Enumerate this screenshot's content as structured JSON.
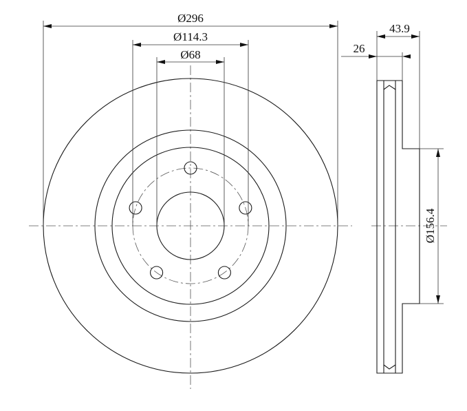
{
  "dimensions": {
    "outer_diameter": "Ø296",
    "bolt_circle": "Ø114.3",
    "center_bore": "Ø68",
    "overall_thickness": "43.9",
    "disc_thickness": "26",
    "hat_diameter": "Ø156.4"
  },
  "bolt_holes": 5,
  "colors": {
    "line": "#1a1a1a",
    "background": "#ffffff"
  }
}
